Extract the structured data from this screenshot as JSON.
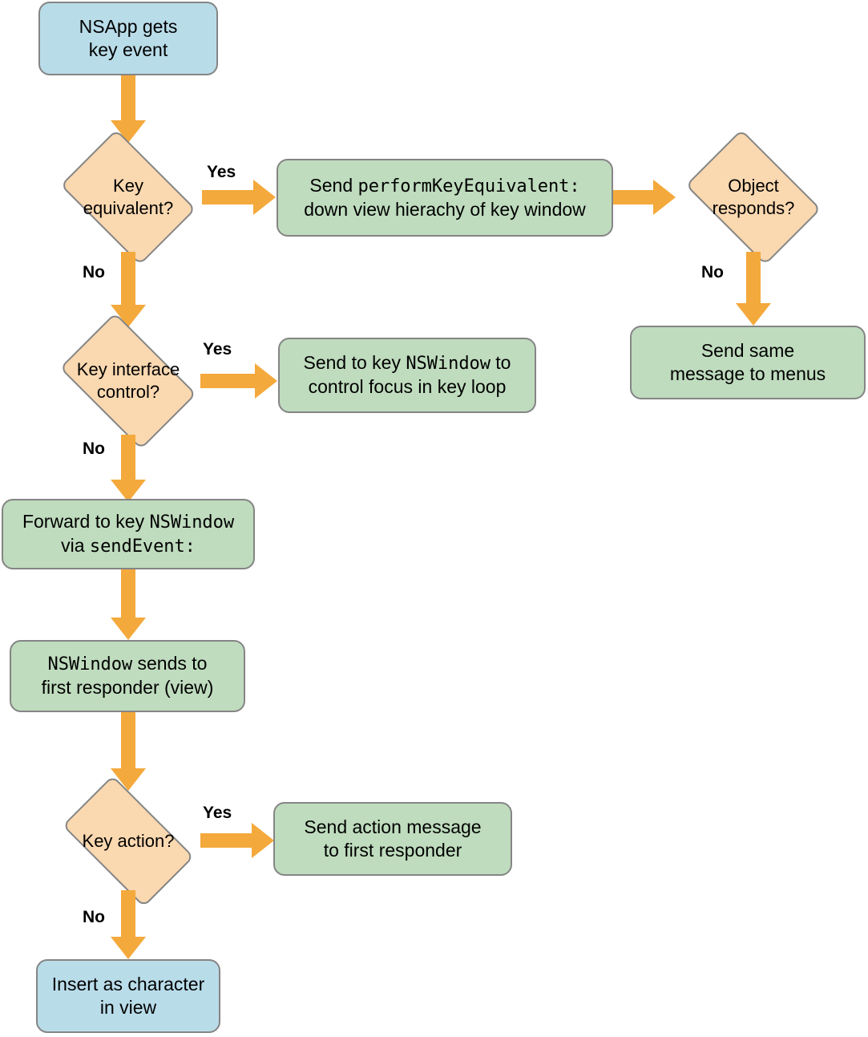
{
  "diagram": {
    "title": "NSApp key event dispatch flowchart",
    "colors": {
      "terminal_fill": "#b9dce9",
      "process_fill": "#bfdcbe",
      "decision_fill": "#fad8b0",
      "node_stroke": "#858585",
      "arrow": "#f4a93c",
      "text": "#000000",
      "background": "#ffffff"
    }
  },
  "nodes": {
    "start": {
      "line1": "NSApp gets",
      "line2": "key event"
    },
    "key_equivalent": {
      "line1": "Key",
      "line2": "equivalent?"
    },
    "send_pke": {
      "line1_prefix": "Send ",
      "line1_code": "performKeyEquivalent:",
      "line2": "down view hierachy of key window"
    },
    "object_responds": {
      "line1": "Object",
      "line2": "responds?"
    },
    "send_same_message": {
      "line1": "Send same",
      "line2": "message to menus"
    },
    "key_interface_control": {
      "line1": "Key interface",
      "line2": "control?"
    },
    "send_to_key_window": {
      "line1_prefix": "Send to key ",
      "line1_code": "NSWindow",
      "line1_suffix": " to",
      "line2": "control focus in key loop"
    },
    "forward_to_key_window": {
      "line1_prefix": "Forward to key ",
      "line1_code": "NSWindow",
      "line2_prefix": "via ",
      "line2_code": "sendEvent:"
    },
    "window_sends_first_responder": {
      "line1_code": "NSWindow",
      "line1_suffix": " sends to",
      "line2": "first responder (view)"
    },
    "key_action": {
      "line1": "Key action?"
    },
    "send_action_message": {
      "line1": "Send action message",
      "line2": "to first responder"
    },
    "insert_as_character": {
      "line1": "Insert as character",
      "line2": "in view"
    }
  },
  "edges": {
    "key_equivalent_yes": "Yes",
    "key_equivalent_no": "No",
    "object_responds_no": "No",
    "key_interface_control_yes": "Yes",
    "key_interface_control_no": "No",
    "key_action_yes": "Yes",
    "key_action_no": "No"
  }
}
